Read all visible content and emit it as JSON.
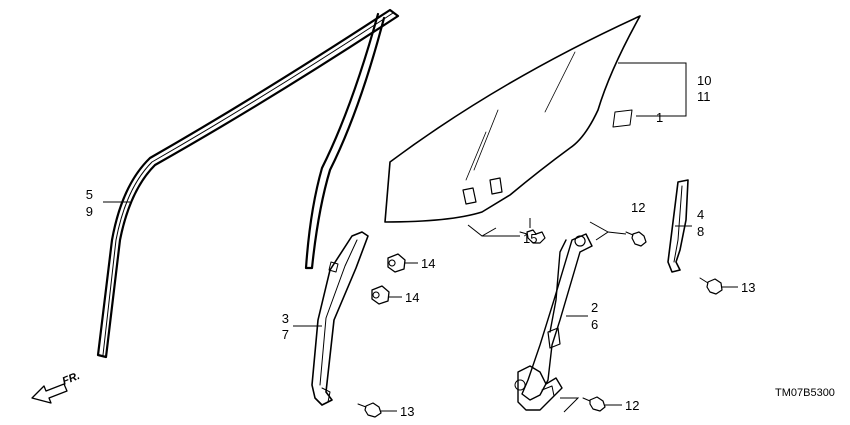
{
  "callouts": {
    "c1": "1",
    "c2": "2",
    "c3": "3",
    "c4": "4",
    "c5": "5",
    "c6": "6",
    "c7": "7",
    "c8": "8",
    "c9": "9",
    "c10": "10",
    "c11": "11",
    "c12a": "12",
    "c12b": "12",
    "c13a": "13",
    "c13b": "13",
    "c14a": "14",
    "c14b": "14",
    "c15": "15"
  },
  "front_indicator": "FR.",
  "diagram_code": "TM07B5300"
}
